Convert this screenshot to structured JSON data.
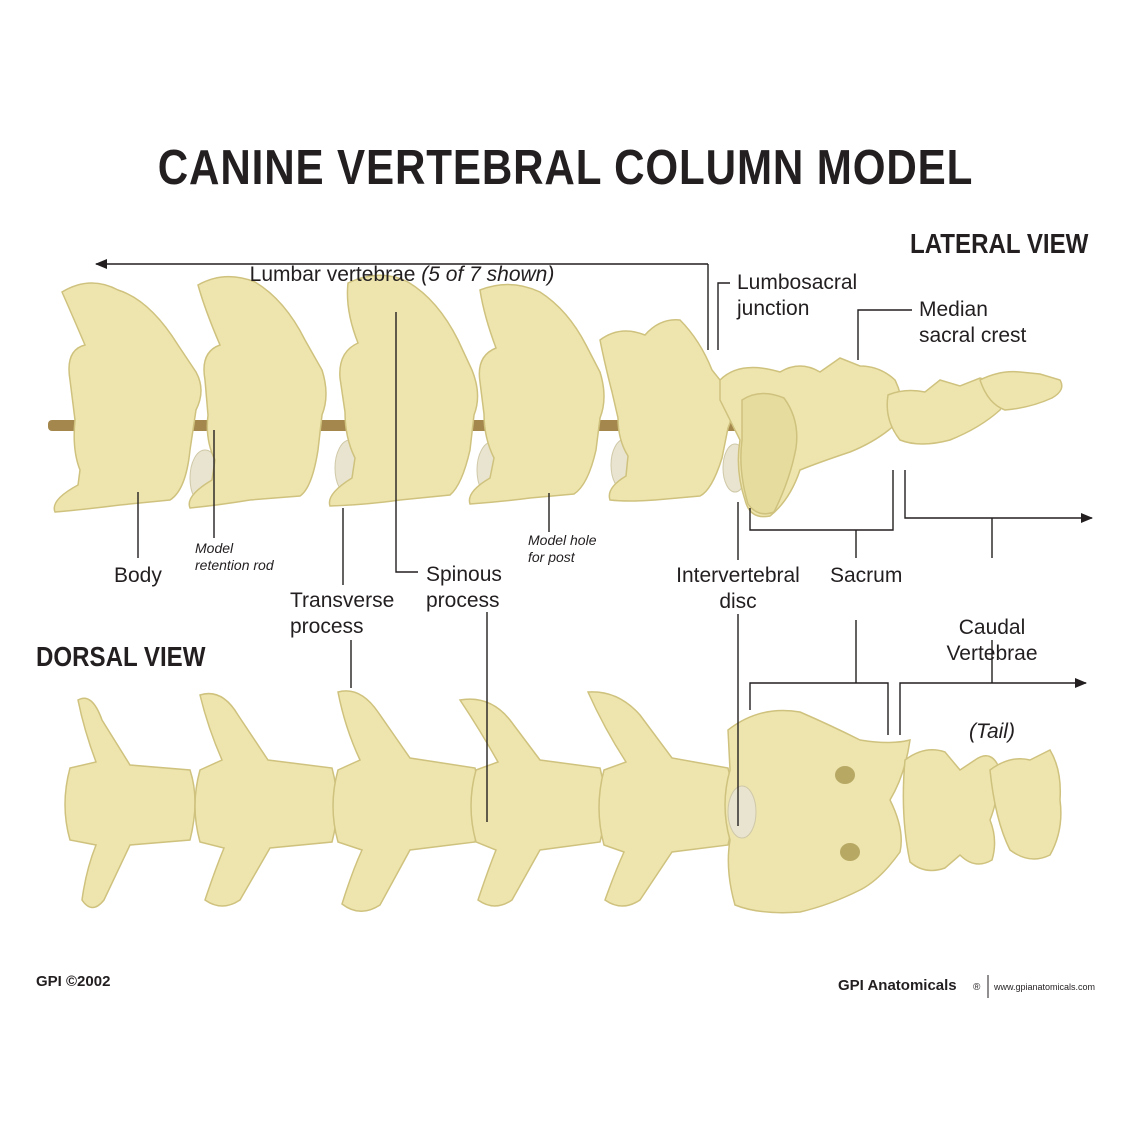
{
  "title": "CANINE VERTEBRAL COLUMN MODEL",
  "views": {
    "lateral": "LATERAL VIEW",
    "dorsal": "DORSAL VIEW"
  },
  "labels": {
    "lumbar_main": "Lumbar vertebrae ",
    "lumbar_note": "(5 of 7 shown)",
    "lumbosacral": "Lumbosacral\njunction",
    "median_sacral": "Median\nsacral crest",
    "body": "Body",
    "retention_rod": "Model\nretention rod",
    "transverse": "Transverse\nprocess",
    "spinous": "Spinous\nprocess",
    "post_hole": "Model hole\nfor post",
    "intervertebral": "Intervertebral\ndisc",
    "sacrum": "Sacrum",
    "caudal": "Caudal\nVertebrae",
    "tail": "(Tail)"
  },
  "footer": {
    "copyright": "GPI ©2002",
    "brand": "GPI Anatomicals",
    "reg": "®",
    "url": "www.gpianatomicals.com"
  },
  "colors": {
    "bone": "#eee5ae",
    "bone_shadow": "#cfc27e",
    "bone_dark": "#b7a864",
    "rod": "#a4874c",
    "disc": "#e9e4cf",
    "ink": "#231f20"
  }
}
